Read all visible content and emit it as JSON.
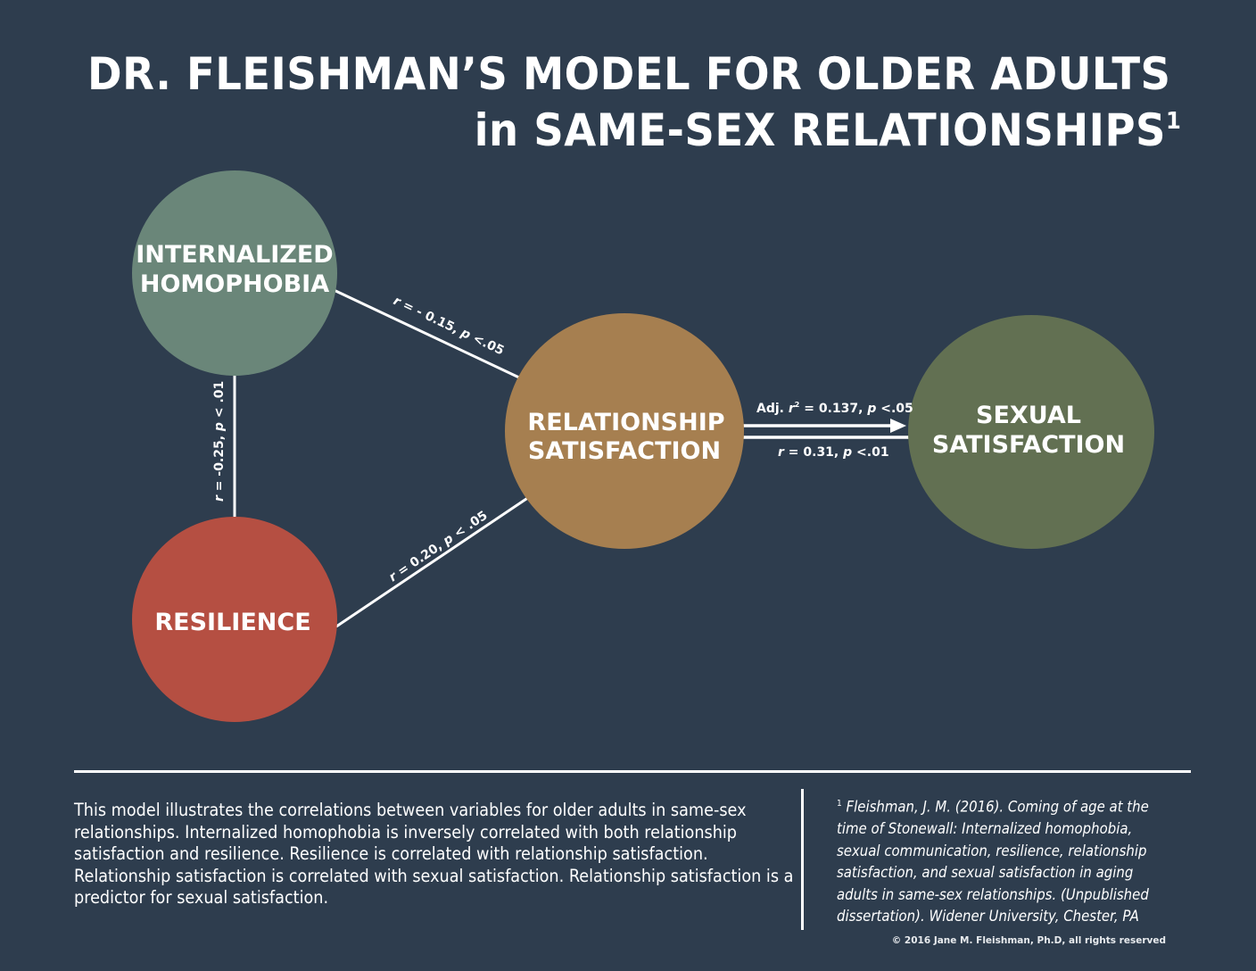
{
  "title": {
    "line1": "DR. FLEISHMAN’S MODEL FOR OLDER ADULTS",
    "line2": "in SAME-SEX RELATIONSHIPS",
    "footnote_marker": "1"
  },
  "colors": {
    "background": "#2e3d4e",
    "internalized_homophobia": "#6a8679",
    "resilience": "#b54f42",
    "relationship_satisfaction": "#a67f50",
    "sexual_satisfaction": "#627052",
    "lines": "#ffffff"
  },
  "nodes": [
    {
      "id": "internalized_homophobia",
      "lines": [
        "INTERNALIZED",
        "HOMOPHOBIA"
      ]
    },
    {
      "id": "resilience",
      "lines": [
        "RESILIENCE"
      ]
    },
    {
      "id": "relationship_satisfaction",
      "lines": [
        "RELATIONSHIP",
        "SATISFACTION"
      ]
    },
    {
      "id": "sexual_satisfaction",
      "lines": [
        "SEXUAL",
        "SATISFACTION"
      ]
    }
  ],
  "edges": [
    {
      "from": "internalized_homophobia",
      "to": "relationship_satisfaction",
      "stat_symbol": "r",
      "stat_text": " = - 0.15, ",
      "p_symbol": "p",
      "p_text": " <.05",
      "directed": false
    },
    {
      "from": "internalized_homophobia",
      "to": "resilience",
      "stat_symbol": "r",
      "stat_text": " = -0.25, ",
      "p_symbol": "p",
      "p_text": " < .01",
      "directed": false
    },
    {
      "from": "resilience",
      "to": "relationship_satisfaction",
      "stat_symbol": "r",
      "stat_text": " = 0.20, ",
      "p_symbol": "p",
      "p_text": " < .05",
      "directed": false
    },
    {
      "from": "relationship_satisfaction",
      "to": "sexual_satisfaction",
      "prefix": "Adj. ",
      "stat_symbol": "r",
      "stat_sup": "2",
      "stat_text": " = 0.137, ",
      "p_symbol": "p",
      "p_text": " <.05",
      "directed": true
    },
    {
      "from": "relationship_satisfaction",
      "to": "sexual_satisfaction",
      "stat_symbol": "r",
      "stat_text": " = 0.31, ",
      "p_symbol": "p",
      "p_text": " <.01",
      "directed": false
    }
  ],
  "description": "This model illustrates the correlations between variables for older adults in same-sex relationships. Internalized homophobia is inversely correlated with both relationship satisfaction and resilience. Resilience is correlated with relationship satisfaction. Relationship satisfaction is correlated with sexual satisfaction. Relationship satisfaction is a predictor for sexual satisfaction.",
  "citation": {
    "marker": "1",
    "text": " Fleishman, J. M. (2016). Coming of age at the time of Stonewall: Internalized homophobia, sexual communication, resilience, relationship satisfaction, and sexual satisfaction in aging adults in same-sex relationships. (Unpublished dissertation). Widener University, Chester, PA"
  },
  "copyright": "© 2016 Jane M. Fleishman, Ph.D, all rights reserved"
}
